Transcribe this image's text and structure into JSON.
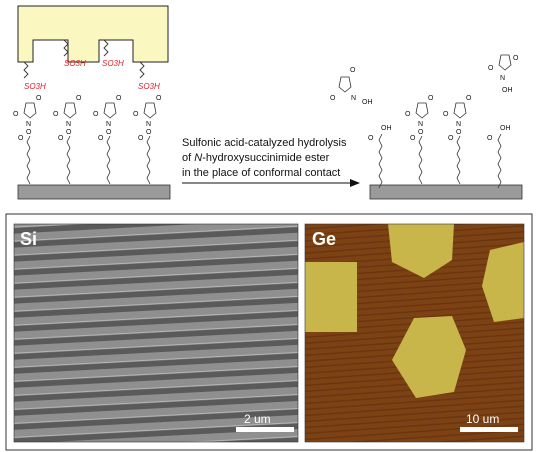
{
  "stamp_groups": [
    "SO3H",
    "SO3H",
    "SO3H",
    "SO3H"
  ],
  "caption": {
    "line1": "Sulfonic acid-catalyzed hydrolysis",
    "line2_prefix": "of ",
    "line2_italic": "N",
    "line2_suffix": "-hydroxysuccinimide ester",
    "line3": "in the place of conformal contact"
  },
  "atoms": {
    "O": "O",
    "N": "N",
    "OH": "OH"
  },
  "panels": [
    {
      "label": "Si",
      "scalebar": "2 um"
    },
    {
      "label": "Ge",
      "scalebar": "10 um"
    }
  ],
  "colors": {
    "stamp_fill": "#fbf7c0",
    "substrate": "#9a9a9a",
    "acid_red": "#e0202a",
    "si_background": "#8e8e8e",
    "ge_background": "#7a3e12",
    "ge_domains": "#c9b64a"
  }
}
